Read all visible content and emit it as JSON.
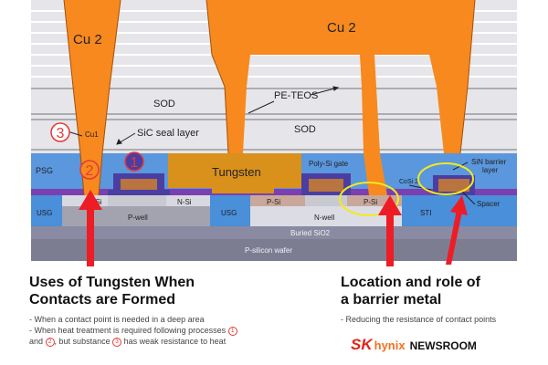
{
  "diagram": {
    "labels": {
      "cu2_left": "Cu 2",
      "cu2_right": "Cu 2",
      "sod_left": "SOD",
      "sod_right": "SOD",
      "pe_teos": "PE-TEOS",
      "cu1": "Cu1",
      "sic_seal": "SiC seal layer",
      "psg": "PSG",
      "tungsten": "Tungsten",
      "poly_si_gate": "Poly-Si gate",
      "sin_barrier_1": "SiN barrier",
      "sin_barrier_2": "layer",
      "cosi2": "CoSi 2",
      "n_si_left": "N-Si",
      "n_si_mid": "N-Si",
      "p_si_left": "P-Si",
      "p_si_right": "P-Si",
      "usg_left": "USG",
      "usg_mid": "USG",
      "sti": "STI",
      "p_well": "P-well",
      "n_well": "N-well",
      "spacer": "Spacer",
      "buried_sio2": "Buried SiO2",
      "p_wafer": "P-silicon wafer",
      "marker_1": "1",
      "marker_2": "2",
      "marker_3": "3"
    },
    "colors": {
      "copper": "#f7891f",
      "tungsten": "#d9911c",
      "dielectric_light": "#e6e6ea",
      "dielectric_mid": "#d6d6dc",
      "blue_block": "#4a8fd9",
      "gate_purple": "#4b3ea3",
      "well": "#9e9eac",
      "buried_oxide": "#8a8aa2",
      "wafer": "#7d7d92",
      "accent_red": "#e53935",
      "highlight_yellow": "#f3ea1a"
    }
  },
  "left_caption": {
    "heading_line1": "Uses of Tungsten When",
    "heading_line2": "Contacts are Formed",
    "note1": "- When a contact point is needed in a deep area",
    "note2_a": "- When heat treatment is required following processes",
    "note2_b": "and",
    "note2_c": ", but substance",
    "note2_d": "has weak resistance to heat",
    "m1": "1",
    "m2": "2",
    "m3": "3"
  },
  "right_caption": {
    "heading_line1": "Location and role of",
    "heading_line2": "a barrier metal",
    "note1": "- Reducing the resistance of contact points"
  },
  "brand": {
    "sk": "SK",
    "hynix": "hynix",
    "newsroom": "NEWSROOM"
  }
}
